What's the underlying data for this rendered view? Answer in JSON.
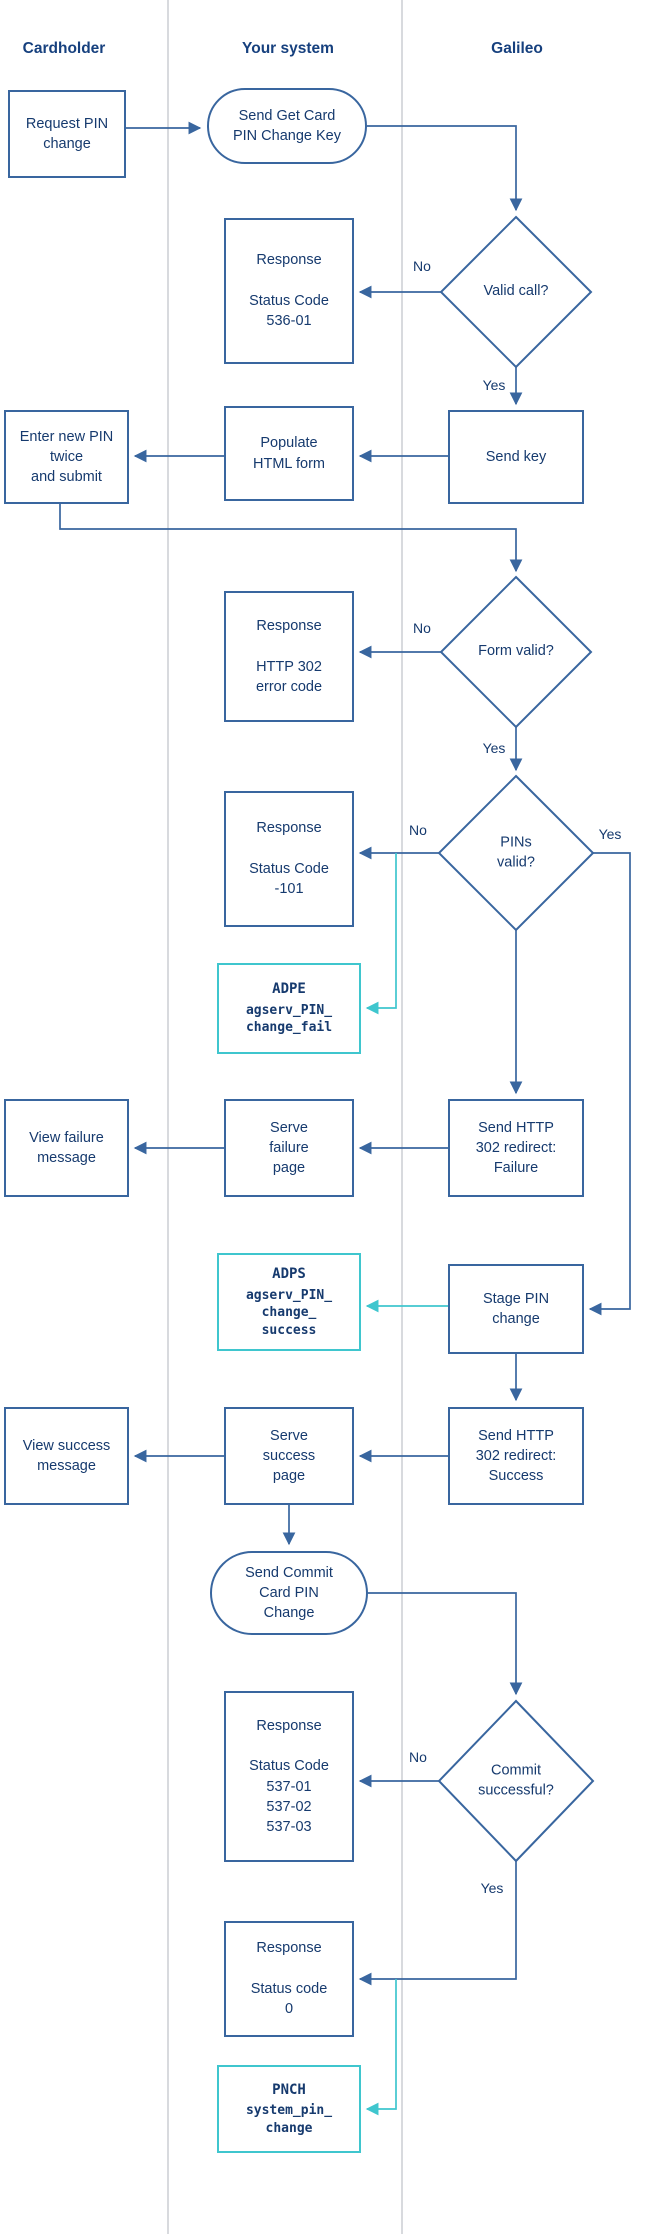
{
  "colors": {
    "navy_text": "#163a6e",
    "header_blue": "#16407e",
    "line_blue": "#39669f",
    "event_teal": "#3fc6ce",
    "lane_divider": "#ccced3"
  },
  "lanes": {
    "cardholder": "Cardholder",
    "your_system": "Your system",
    "galileo": "Galileo"
  },
  "labels": {
    "no": "No",
    "yes": "Yes"
  },
  "nodes": {
    "request_pin": {
      "label": "Request PIN\nchange"
    },
    "send_get_key": {
      "label": "Send Get Card\nPIN Change Key"
    },
    "valid_call": {
      "label": "Valid call?"
    },
    "response_536": {
      "label": "Response\n\nStatus Code\n536-01"
    },
    "send_key": {
      "label": "Send key"
    },
    "populate_form": {
      "label": "Populate\nHTML form"
    },
    "enter_pin": {
      "label": "Enter new PIN\ntwice\nand submit"
    },
    "form_valid": {
      "label": "Form valid?"
    },
    "response_302": {
      "label": "Response\n\nHTTP 302\nerror code"
    },
    "pins_valid": {
      "label": "PINs\nvalid?"
    },
    "response_101": {
      "label": "Response\n\nStatus Code\n-101"
    },
    "adpe": {
      "name": "ADPE",
      "code": "agserv_PIN_\nchange_fail"
    },
    "send_redirect_failure": {
      "label": "Send HTTP\n302 redirect:\nFailure"
    },
    "serve_failure": {
      "label": "Serve\nfailure\npage"
    },
    "view_failure": {
      "label": "View failure\nmessage"
    },
    "adps": {
      "name": "ADPS",
      "code": "agserv_PIN_\nchange_\nsuccess"
    },
    "stage_pin": {
      "label": "Stage PIN\nchange"
    },
    "send_redirect_success": {
      "label": "Send HTTP\n302 redirect:\nSuccess"
    },
    "serve_success": {
      "label": "Serve\nsuccess\npage"
    },
    "view_success": {
      "label": "View success\nmessage"
    },
    "send_commit": {
      "label": "Send Commit\nCard PIN\nChange"
    },
    "commit_successful": {
      "label": "Commit\nsuccessful?"
    },
    "response_537": {
      "label": "Response\n\nStatus Code\n537-01\n537-02\n537-03"
    },
    "response_0": {
      "label": "Response\n\nStatus code\n0"
    },
    "pnch": {
      "name": "PNCH",
      "code": "system_pin_\nchange"
    }
  }
}
